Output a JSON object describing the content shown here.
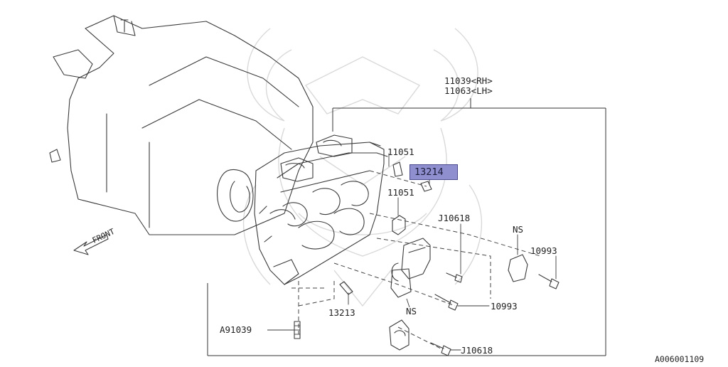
{
  "labels": {
    "head_rh": "11039<RH>",
    "head_lh": "11063<LH>",
    "plug_upper": "11051",
    "plug_lower": "11051",
    "highlighted_part": "13214",
    "bolt_upper": "J10618",
    "ns_right": "NS",
    "bolt_right": "10993",
    "bolt_lower": "10993",
    "ns_lower": "NS",
    "pin": "13213",
    "stud": "A91039",
    "bolt_bottom": "J10618",
    "front": "FRONT",
    "diagram_code": "A006001109"
  },
  "colors": {
    "highlight_fill": "#8f8fcf",
    "highlight_border": "#4a4a8c",
    "line": "#3a3a3a",
    "watermark": "#d9d9d9"
  }
}
